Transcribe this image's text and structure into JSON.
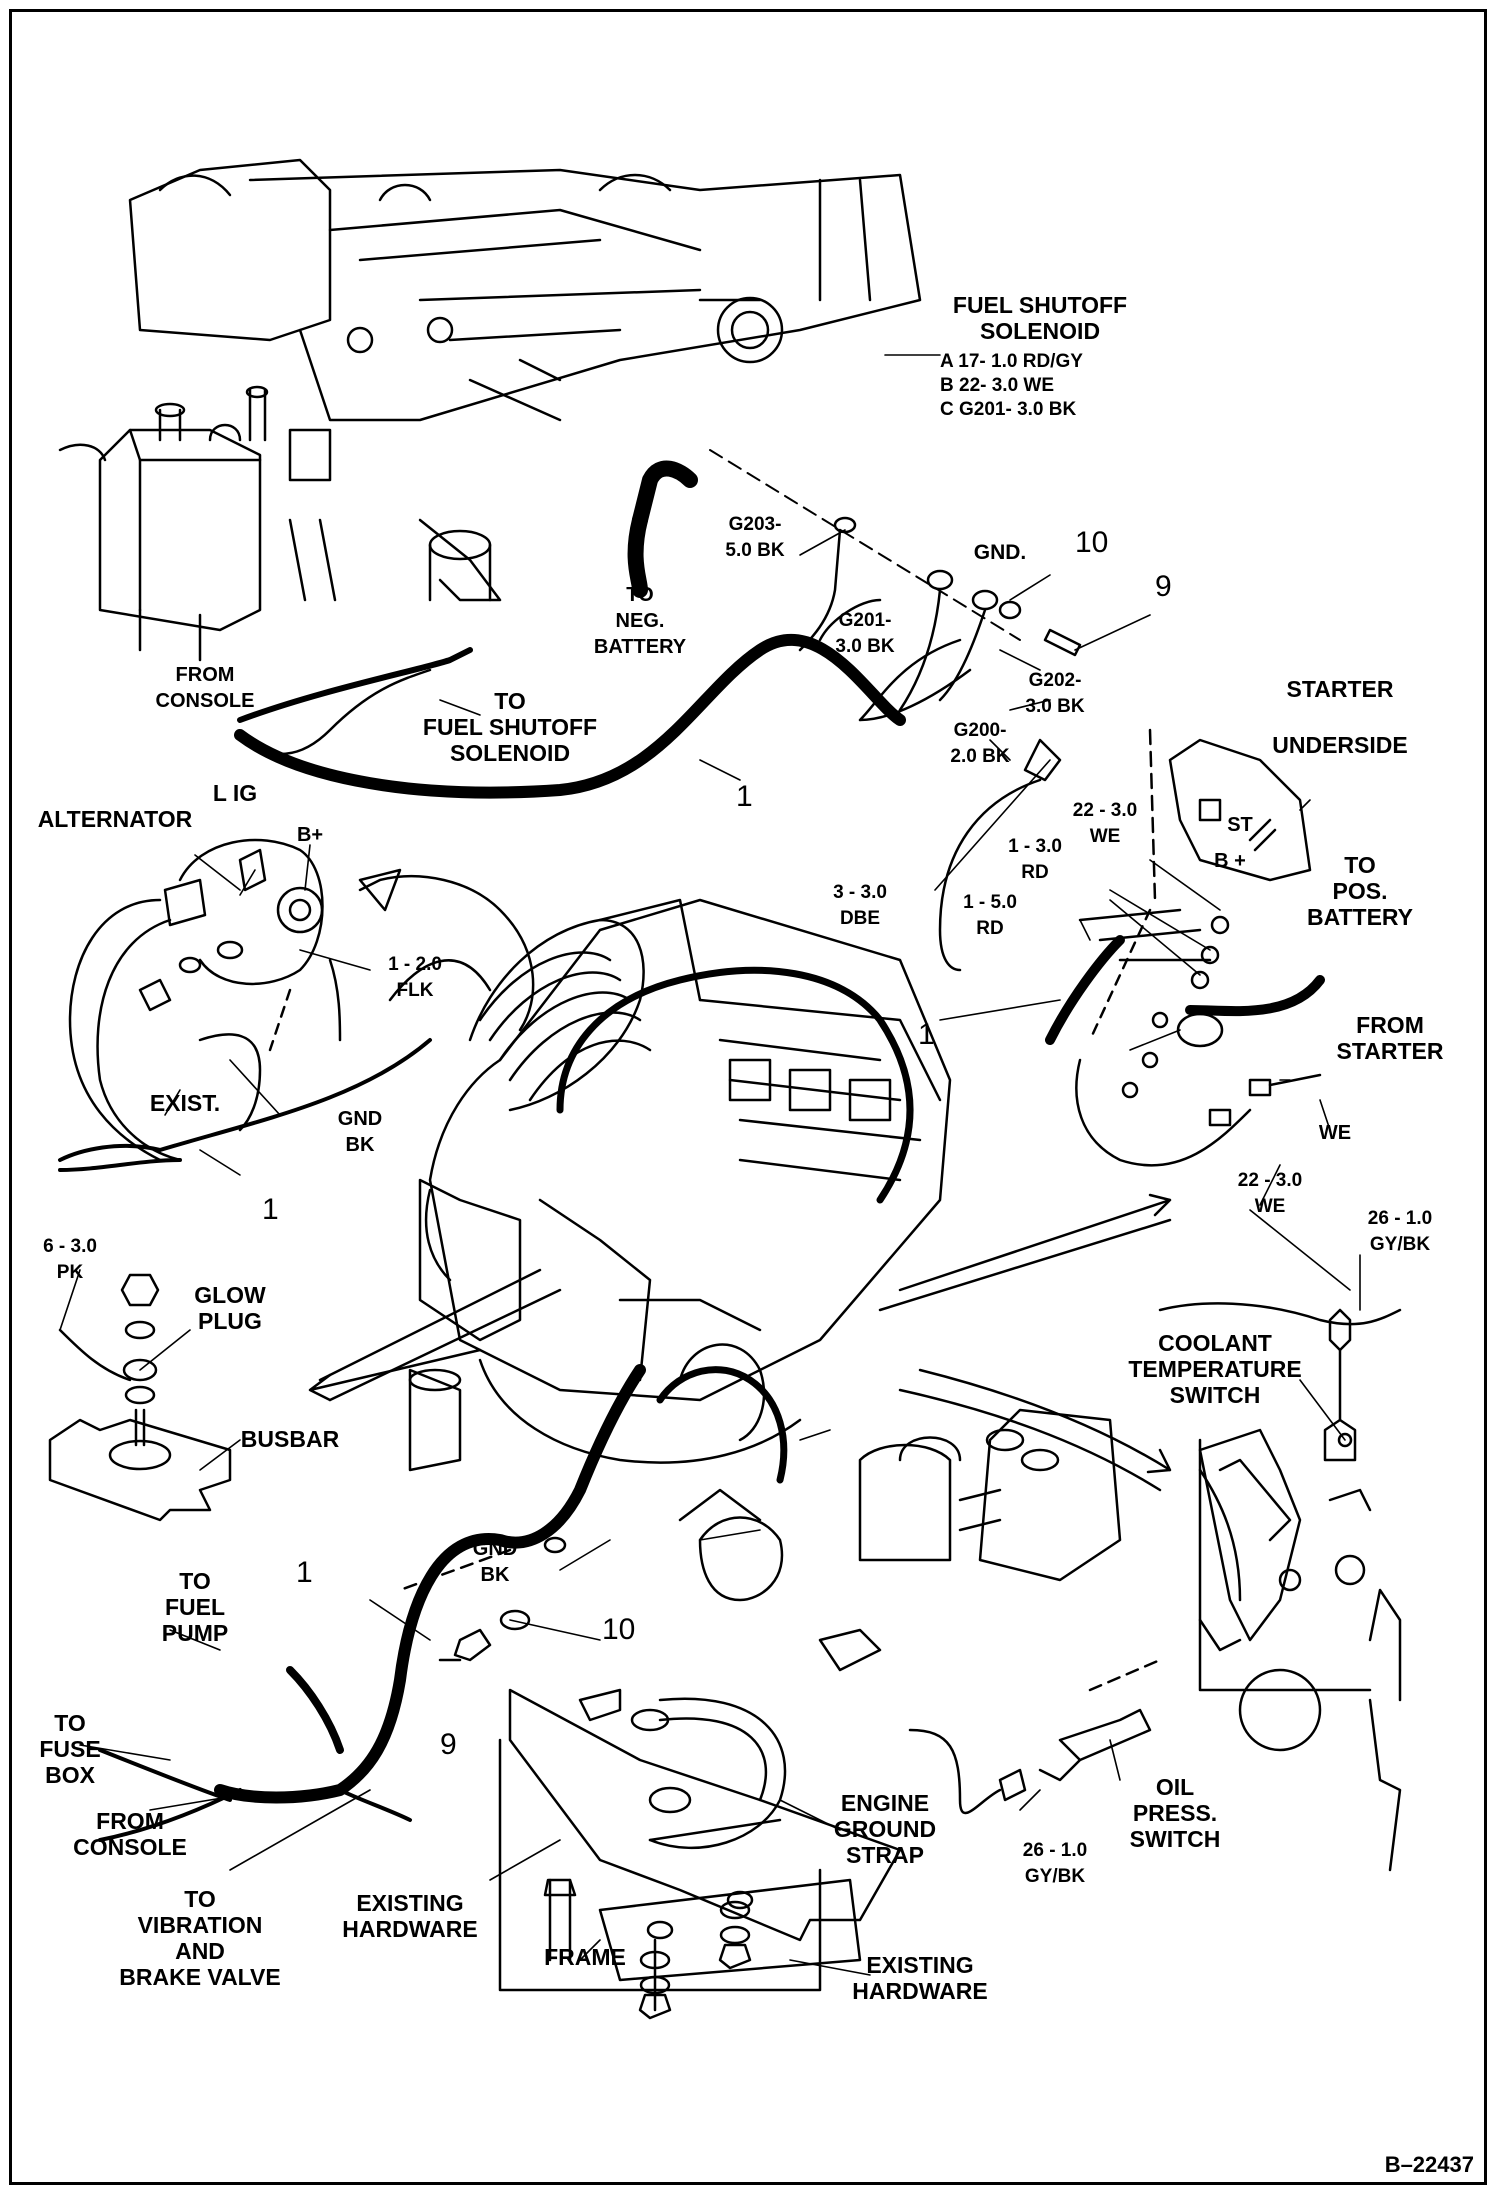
{
  "figure_id": "B–22437",
  "labels": {
    "fuel_shutoff_title": "FUEL SHUTOFF\nSOLENOID",
    "fuel_shutoff_a": "A  17- 1.0 RD/GY",
    "fuel_shutoff_b": "B  22- 3.0 WE",
    "fuel_shutoff_c": "C  G201- 3.0 BK",
    "g203": "G203-\n5.0 BK",
    "gnd": "GND.",
    "to_neg_battery": "TO\nNEG.\nBATTERY",
    "g201": "G201-\n3.0 BK",
    "g202": "G202-\n3.0 BK",
    "g200": "G200-\n2.0 BK",
    "from_console_top": "FROM\nCONSOLE",
    "to_fuel_shutoff": "TO\nFUEL SHUTOFF\nSOLENOID",
    "starter": "STARTER",
    "underside": "UNDERSIDE",
    "st": "ST",
    "b_plus_starter": "B +",
    "we_22_top": "22 - 3.0\nWE",
    "rd_1_3": "1 - 3.0\nRD",
    "to_pos_battery": "TO\nPOS.\nBATTERY",
    "dbe_3": "3 - 3.0\nDBE",
    "rd_1_5": "1 - 5.0\nRD",
    "from_starter": "FROM\nSTARTER",
    "we_single": "WE",
    "we_22_bottom": "22 - 3.0\nWE",
    "alternator": "ALTERNATOR",
    "l_ig": "L  IG",
    "b_plus_alt": "B+",
    "flk": "1 - 2.0\nFLK",
    "exist": "EXIST.",
    "gnd_bk_alt": "GND\nBK",
    "pk_6": "6 - 3.0\nPK",
    "glow_plug": "GLOW\nPLUG",
    "busbar": "BUSBAR",
    "gybk_26_top": "26 - 1.0\nGY/BK",
    "coolant": "COOLANT\nTEMPERATURE\nSWITCH",
    "gnd_bk_mid": "GND\nBK",
    "to_fuel_pump": "TO\nFUEL\nPUMP",
    "to_fuse_box": "TO\nFUSE\nBOX",
    "from_console_bottom": "FROM\nCONSOLE",
    "to_vibration": "TO\nVIBRATION\nAND\nBRAKE VALVE",
    "existing_hw_left": "EXISTING\nHARDWARE",
    "frame": "FRAME",
    "existing_hw_right": "EXISTING\nHARDWARE",
    "engine_ground_strap": "ENGINE\nGROUND\nSTRAP",
    "gybk_26_bottom": "26 - 1.0\nGY/BK",
    "oil_press": "OIL\nPRESS.\nSWITCH"
  },
  "callouts": {
    "n10_top": "10",
    "n9_top": "9",
    "n1_top": "1",
    "n1_starter": "1",
    "n1_alt": "1",
    "n1_bottom": "1",
    "n10_bottom": "10",
    "n9_bottom": "9"
  }
}
